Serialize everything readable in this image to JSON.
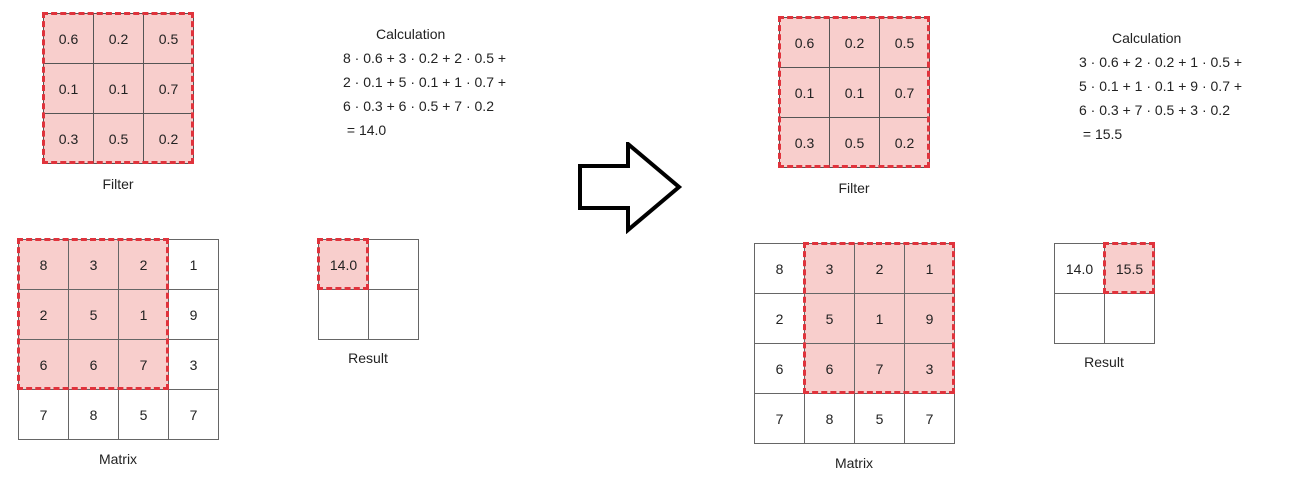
{
  "colors": {
    "highlight_fill": "#f8cecc",
    "dash_stroke": "#e0333c",
    "grid_line": "#555555"
  },
  "left": {
    "filter": [
      [
        "0.6",
        "0.2",
        "0.5"
      ],
      [
        "0.1",
        "0.1",
        "0.7"
      ],
      [
        "0.3",
        "0.5",
        "0.2"
      ]
    ],
    "filter_label": "Filter",
    "matrix": [
      [
        "8",
        "3",
        "2",
        "1"
      ],
      [
        "2",
        "5",
        "1",
        "9"
      ],
      [
        "6",
        "6",
        "7",
        "3"
      ],
      [
        "7",
        "8",
        "5",
        "7"
      ]
    ],
    "matrix_label": "Matrix",
    "result": [
      [
        "14.0",
        ""
      ],
      [
        "",
        ""
      ]
    ],
    "result_label": "Result",
    "calc": {
      "title": "Calculation",
      "lines": [
        "8 · 0.6 + 3 · 0.2 + 2 · 0.5 +",
        "2 · 0.1 + 5 · 0.1 + 1 · 0.7 +",
        "6 · 0.3 + 6 · 0.5 + 7 · 0.2",
        " = 14.0"
      ]
    }
  },
  "arrow_icon": "right-arrow-icon",
  "right": {
    "filter": [
      [
        "0.6",
        "0.2",
        "0.5"
      ],
      [
        "0.1",
        "0.1",
        "0.7"
      ],
      [
        "0.3",
        "0.5",
        "0.2"
      ]
    ],
    "filter_label": "Filter",
    "matrix": [
      [
        "8",
        "3",
        "2",
        "1"
      ],
      [
        "2",
        "5",
        "1",
        "9"
      ],
      [
        "6",
        "6",
        "7",
        "3"
      ],
      [
        "7",
        "8",
        "5",
        "7"
      ]
    ],
    "matrix_label": "Matrix",
    "result": [
      [
        "14.0",
        "15.5"
      ],
      [
        "",
        ""
      ]
    ],
    "result_label": "Result",
    "calc": {
      "title": "Calculation",
      "lines": [
        "3 · 0.6 + 2 · 0.2 + 1 · 0.5 +",
        "5 · 0.1 + 1 · 0.1 + 9 · 0.7 +",
        "6 · 0.3 + 7 · 0.5 + 3 · 0.2",
        " = 15.5"
      ]
    }
  }
}
